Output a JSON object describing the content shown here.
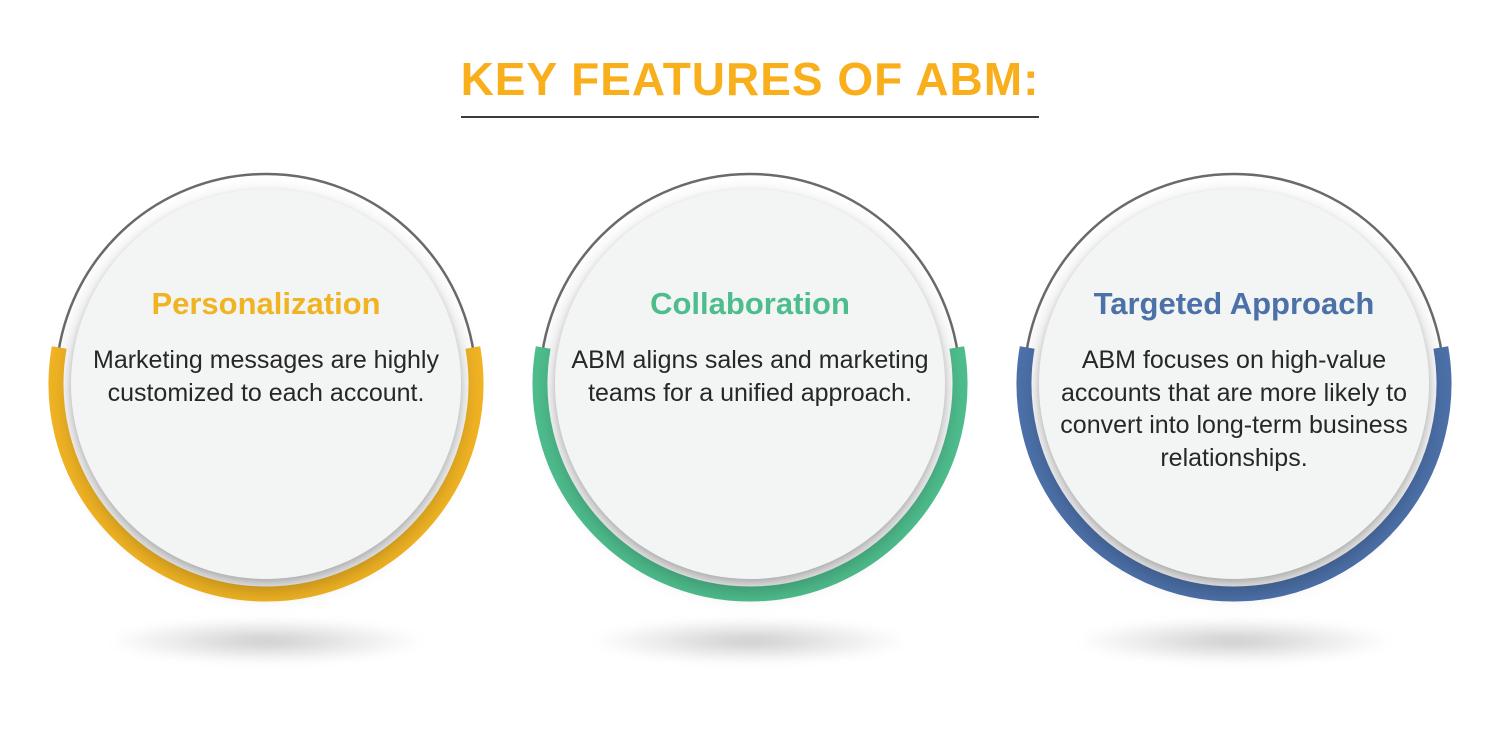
{
  "page": {
    "title": "KEY FEATURES OF ABM:"
  },
  "colors": {
    "title": "#F9AE1B",
    "ring": "#6a6a6a"
  },
  "features": [
    {
      "heading": "Personalization",
      "description": "Marketing messages are highly customized to each account.",
      "accent": "#F0B323"
    },
    {
      "heading": "Collaboration",
      "description": "ABM aligns sales and marketing teams for a unified approach.",
      "accent": "#4EBD8D"
    },
    {
      "heading": "Targeted Approach",
      "description": "ABM focuses on high-value accounts that are more likely to convert into long-term business relationships.",
      "accent": "#4C70A8"
    }
  ]
}
